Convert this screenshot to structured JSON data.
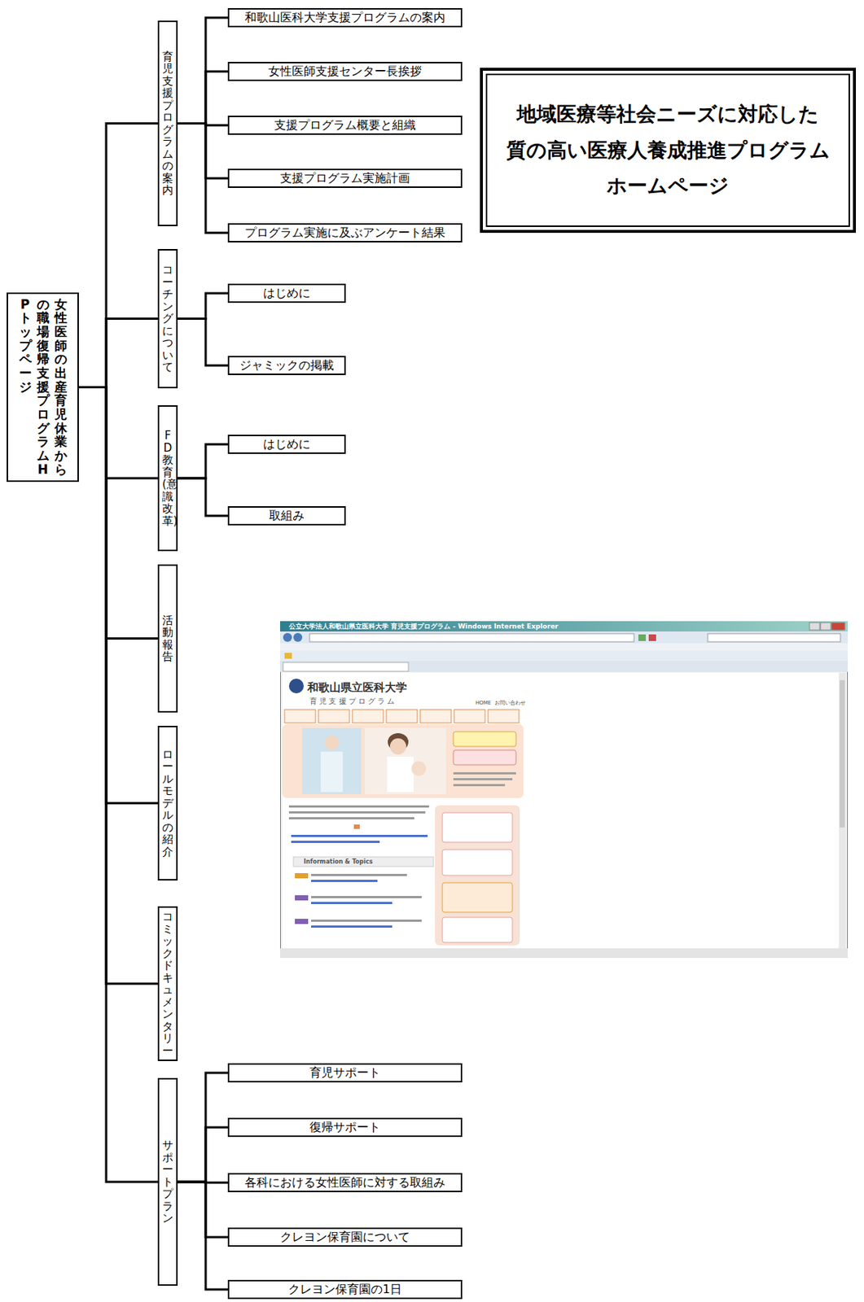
{
  "diagram": {
    "title": "地域医療等社会ニーズに対応した 質の高い医療人養成推進プログラム ホームページ",
    "nodes": [
      {
        "text": [
          "女性医師の出産育児休業からの職場復帰支援プログラムHPトップページ"
        ]
      },
      {
        "text": [
          "育児支援プログラムの案内"
        ]
      },
      {
        "text": [
          "和歌山医科大学支援プログラムの案内"
        ]
      },
      {
        "text": [
          "女性医師支援センター長挨拶"
        ]
      },
      {
        "text": [
          "支援プログラム概要と組織"
        ]
      },
      {
        "text": [
          "支援プログラム実施計画"
        ]
      },
      {
        "text": [
          "プログラム実施に及ぶアンケート結果"
        ]
      },
      {
        "text": [
          "コーチングについて"
        ]
      },
      {
        "text": [
          "はじめに"
        ]
      },
      {
        "text": [
          "ジャミックの掲載"
        ]
      },
      {
        "text": [
          "FD教育(意識改革)"
        ]
      },
      {
        "text": [
          "はじめに"
        ]
      },
      {
        "text": [
          "取組み"
        ]
      },
      {
        "text": [
          "活動報告"
        ]
      },
      {
        "text": [
          "ロールモデルの紹介"
        ]
      },
      {
        "text": [
          "コミックドキュメンタリー"
        ]
      },
      {
        "text": [
          "サポートプラン"
        ]
      },
      {
        "text": [
          "育児サポート"
        ]
      },
      {
        "text": [
          "復帰サポート"
        ]
      },
      {
        "text": [
          "各科における女性医師に対する取組み"
        ]
      },
      {
        "text": [
          "クレヨン保育園について"
        ]
      },
      {
        "text": [
          "クレヨン保育園の1日"
        ]
      }
    ],
    "edges": [
      {
        "from": 0,
        "to": 1,
        "arrow": "none"
      },
      {
        "from": 0,
        "to": 7,
        "arrow": "none"
      },
      {
        "from": 0,
        "to": 10,
        "arrow": "none"
      },
      {
        "from": 0,
        "to": 13,
        "arrow": "none"
      },
      {
        "from": 0,
        "to": 14,
        "arrow": "none"
      },
      {
        "from": 0,
        "to": 15,
        "arrow": "none"
      },
      {
        "from": 0,
        "to": 16,
        "arrow": "none"
      },
      {
        "from": 1,
        "to": 2,
        "arrow": "none"
      },
      {
        "from": 1,
        "to": 3,
        "arrow": "none"
      },
      {
        "from": 1,
        "to": 4,
        "arrow": "none"
      },
      {
        "from": 1,
        "to": 5,
        "arrow": "none"
      },
      {
        "from": 1,
        "to": 6,
        "arrow": "none"
      },
      {
        "from": 7,
        "to": 8,
        "arrow": "none"
      },
      {
        "from": 7,
        "to": 9,
        "arrow": "none"
      },
      {
        "from": 10,
        "to": 11,
        "arrow": "none"
      },
      {
        "from": 10,
        "to": 12,
        "arrow": "none"
      },
      {
        "from": 16,
        "to": 17,
        "arrow": "none"
      },
      {
        "from": 16,
        "to": 18,
        "arrow": "none"
      },
      {
        "from": 16,
        "to": 19,
        "arrow": "none"
      },
      {
        "from": 16,
        "to": 20,
        "arrow": "none"
      },
      {
        "from": 16,
        "to": 21,
        "arrow": "none"
      }
    ],
    "labels": [
      "公立大学法人和歌山県立医科大学 育児支援プログラム - Windows Internet Explorer",
      "和歌山県立医科大学",
      "育 児 支 援 プ ロ グ ラ ム",
      "HOME",
      "お問い合わせ",
      "Information & Topics"
    ]
  }
}
